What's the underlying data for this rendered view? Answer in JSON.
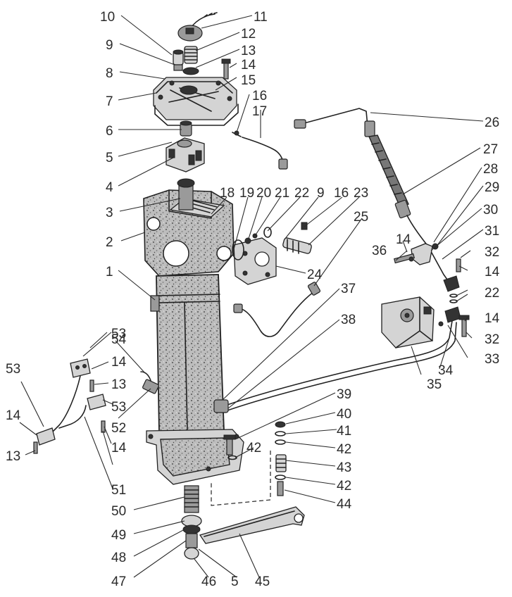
{
  "labels": [
    "10",
    "11",
    "12",
    "13",
    "9",
    "14",
    "8",
    "15",
    "7",
    "16",
    "17",
    "6",
    "26",
    "5",
    "27",
    "4",
    "28",
    "18",
    "19",
    "20",
    "21",
    "22",
    "9",
    "16",
    "23",
    "29",
    "3",
    "30",
    "25",
    "2",
    "31",
    "36",
    "14",
    "32",
    "24",
    "14",
    "1",
    "37",
    "22",
    "38",
    "14",
    "32",
    "53",
    "33",
    "54",
    "34",
    "53",
    "14",
    "35",
    "13",
    "53",
    "39",
    "14",
    "52",
    "40",
    "41",
    "14",
    "42",
    "13",
    "42",
    "43",
    "51",
    "42",
    "50",
    "44",
    "49",
    "48",
    "47",
    "46",
    "5",
    "45"
  ]
}
